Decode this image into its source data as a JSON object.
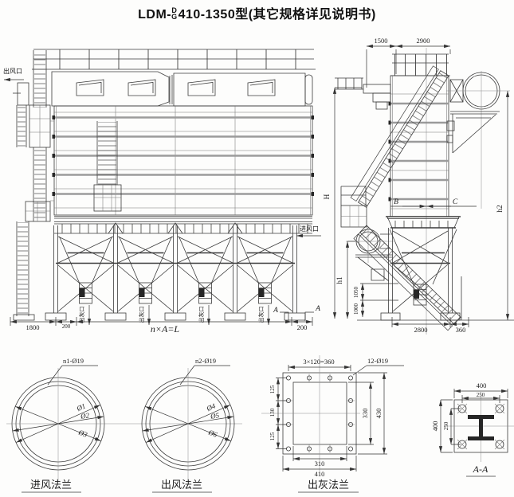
{
  "title": {
    "prefix": "LDM-",
    "stack_top": "D",
    "stack_bottom": "G",
    "suffix": "410-1350型(其它规格详见说明书)"
  },
  "front": {
    "outlet_label": "出风口",
    "inlet_label": "进风口",
    "ash_labels": [
      "出灰口",
      "出灰口",
      "出灰口",
      "出灰口"
    ],
    "dim_left": "1800",
    "dim_left_small": "200",
    "dim_span": "n×A=L",
    "dim_right_small": "200",
    "section_a_left": "A",
    "section_a_right": "A"
  },
  "side": {
    "dim_1500": "1500",
    "dim_2900": "2900",
    "dim_h": "H",
    "dim_b": "B",
    "dim_c": "C",
    "dim_h1": "h1",
    "dim_h2": "h2",
    "dim_1050": "1050",
    "dim_1000": "1000",
    "dim_2800": "2800",
    "dim_360": "360"
  },
  "inlet_flange": {
    "callout": "n1-Ø19",
    "dia1": "Ø1",
    "dia2": "Ø2",
    "dia3": "Ø3",
    "label": "进风法兰"
  },
  "outlet_flange": {
    "callout": "n2-Ø19",
    "dia1": "Ø4",
    "dia2": "Ø5",
    "dia3": "Ø6",
    "label": "出风法兰"
  },
  "ash_flange": {
    "callout": "12-Ø19",
    "dim_top": "3×120=360",
    "dim_left_top": "125",
    "dim_left_mid": "130",
    "dim_left_bottom": "125",
    "dim_inner_h": "330",
    "dim_outer_h": "430",
    "dim_inner_w": "310",
    "dim_outer_w": "410",
    "label": "出灰法兰"
  },
  "section_aa": {
    "dim_top_outer": "400",
    "dim_top_inner": "250",
    "dim_left_outer": "400",
    "dim_left_inner": "250",
    "label": "A-A"
  }
}
